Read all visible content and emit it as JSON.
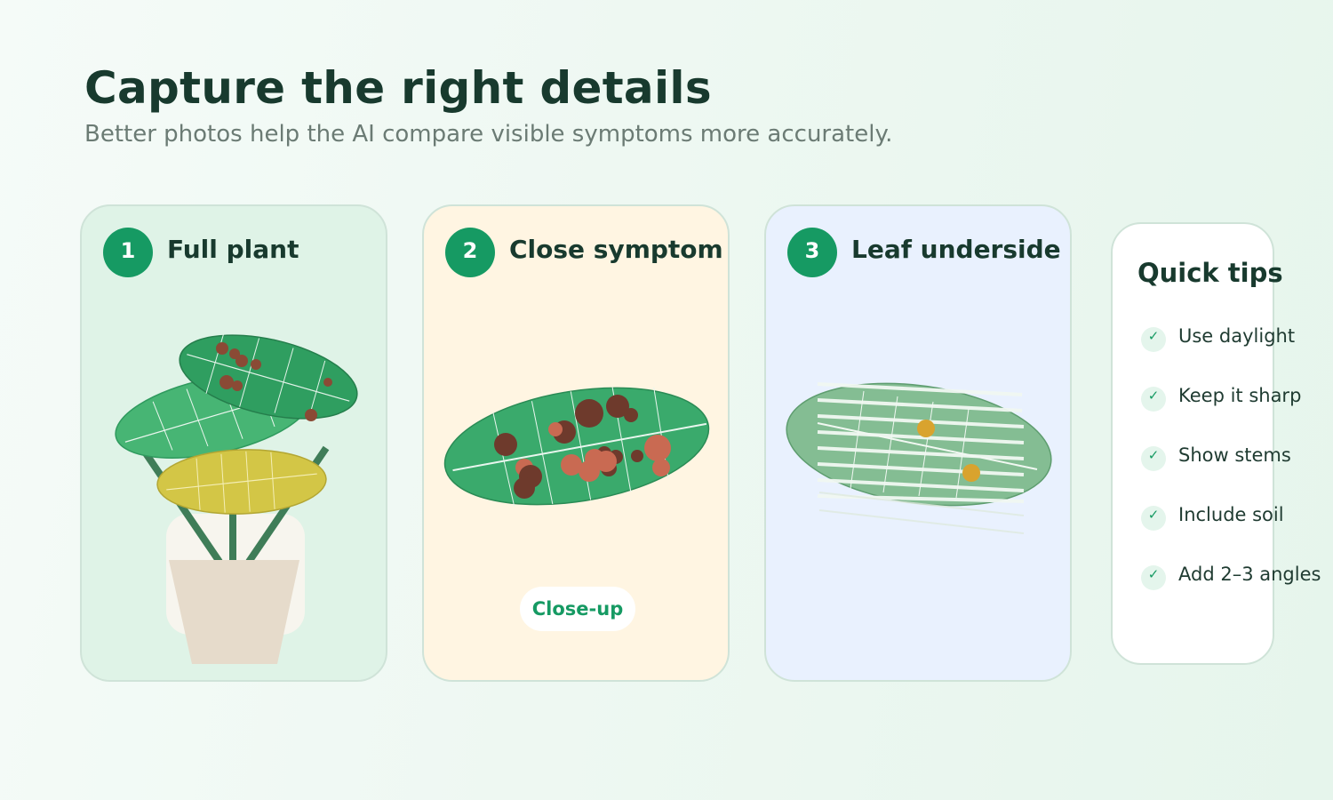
{
  "header": {
    "title": "Capture the right details",
    "subtitle": "Better photos help the AI compare visible symptoms more accurately."
  },
  "cards": [
    {
      "number": "1",
      "title": "Full plant",
      "illustration": "potted-plant-illustration"
    },
    {
      "number": "2",
      "title": "Close symptom",
      "illustration": "spotted-leaf-illustration",
      "pill_label": "Close-up"
    },
    {
      "number": "3",
      "title": "Leaf underside",
      "illustration": "leaf-underside-illustration"
    }
  ],
  "tips": {
    "title": "Quick tips",
    "items": [
      {
        "label": "Use daylight",
        "icon": "check-icon"
      },
      {
        "label": "Keep it sharp",
        "icon": "check-icon"
      },
      {
        "label": "Show stems",
        "icon": "check-icon"
      },
      {
        "label": "Include soil",
        "icon": "check-icon"
      },
      {
        "label": "Add 2–3 angles",
        "icon": "check-icon"
      }
    ]
  },
  "colors": {
    "accent": "#169a63",
    "heading": "#183a2e",
    "card1_bg": "#dff3e7",
    "card2_bg": "#fff5e2",
    "card3_bg": "#e9f1fe",
    "leaf_green": "#3aaa6c",
    "leaf_yellow": "#d3c646",
    "spot_brown": "#6e3a2c",
    "spot_orange": "#d9a32e"
  }
}
